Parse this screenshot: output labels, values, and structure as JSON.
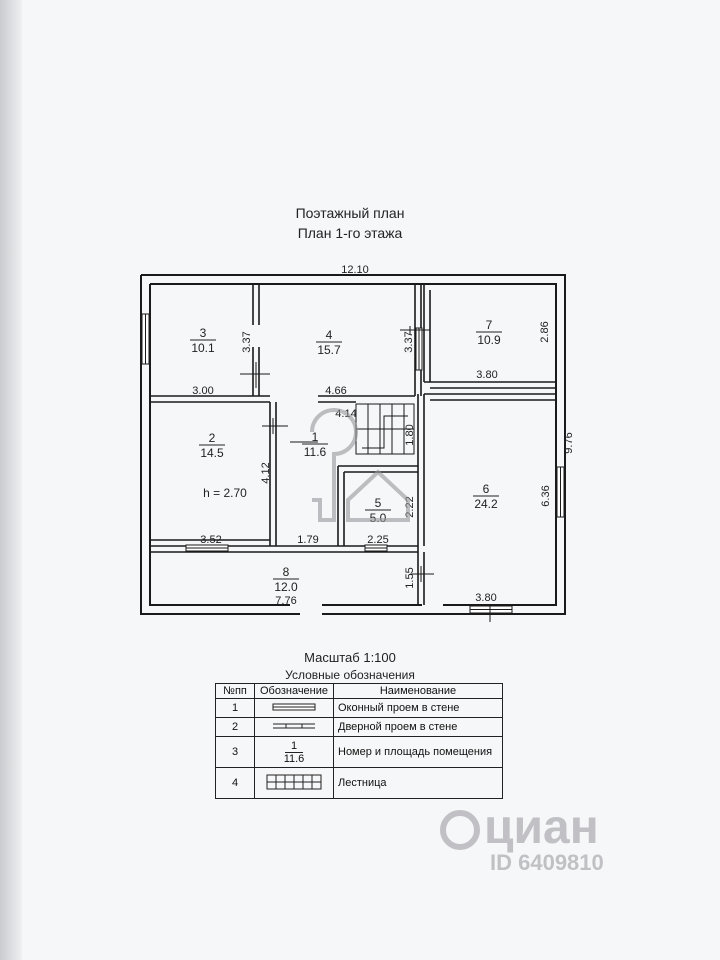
{
  "header": {
    "title1": "Поэтажный план",
    "title2": "План 1-го этажа"
  },
  "rooms": [
    {
      "id": "room-3",
      "number": "3",
      "area": "10.1"
    },
    {
      "id": "room-4",
      "number": "4",
      "area": "15.7"
    },
    {
      "id": "room-7",
      "number": "7",
      "area": "10.9"
    },
    {
      "id": "room-2",
      "number": "2",
      "area": "14.5"
    },
    {
      "id": "room-1",
      "number": "1",
      "area": "11.6"
    },
    {
      "id": "room-5",
      "number": "5",
      "area": "5.0"
    },
    {
      "id": "room-6",
      "number": "6",
      "area": "24.2"
    },
    {
      "id": "room-8",
      "number": "8",
      "area": "12.0"
    }
  ],
  "dimensions": {
    "total_width": "12.10",
    "d337a": "3.37",
    "d337b": "3.37",
    "d286": "2.86",
    "d300": "3.00",
    "d466": "4.66",
    "d380a": "3.80",
    "d414": "4.14",
    "d180": "1.80",
    "d976": "9.76",
    "d412": "4.12",
    "d222": "2.22",
    "d636": "6.36",
    "d352": "3.52",
    "d179": "1.79",
    "d225": "2.25",
    "d155": "1.55",
    "d776": "7.76",
    "d380b": "3.80"
  },
  "ceiling_height": "h = 2.70",
  "scale": "Масштаб 1:100",
  "legend": {
    "title": "Условные обозначения",
    "headers": [
      "№пп",
      "Обозначение",
      "Наименование"
    ],
    "rows": [
      {
        "no": "1",
        "name": "Оконный проем в стене"
      },
      {
        "no": "2",
        "name": "Дверной проем в стене"
      },
      {
        "no": "3",
        "symbol_top": "1",
        "symbol_bottom": "11.6",
        "name": "Номер и площадь помещения"
      },
      {
        "no": "4",
        "name": "Лестница"
      }
    ]
  },
  "watermark": {
    "brand": "циан",
    "id": "ID 6409810"
  }
}
